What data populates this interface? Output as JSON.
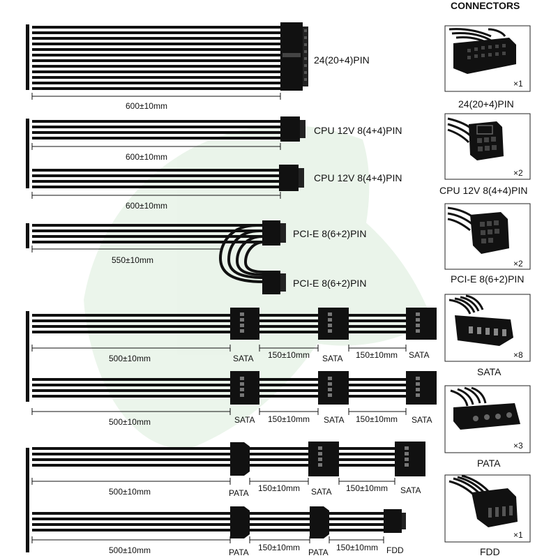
{
  "header": {
    "title": "CONNECTORS"
  },
  "cables": {
    "atx24": {
      "label": "24(20+4)PIN",
      "length": "600±10mm"
    },
    "cpu1": {
      "label": "CPU 12V 8(4+4)PIN",
      "length": "600±10mm"
    },
    "cpu2": {
      "label": "CPU 12V 8(4+4)PIN",
      "length": "600±10mm"
    },
    "pcie": {
      "label_top": "PCI-E 8(6+2)PIN",
      "label_bottom": "PCI-E 8(6+2)PIN",
      "length": "550±10mm"
    },
    "sata1": {
      "length_main": "500±10mm",
      "length_seg1": "150±10mm",
      "length_seg2": "150±10mm",
      "conn1": "SATA",
      "conn2": "SATA",
      "conn3": "SATA"
    },
    "sata2": {
      "length_main": "500±10mm",
      "length_seg1": "150±10mm",
      "length_seg2": "150±10mm",
      "conn1": "SATA",
      "conn2": "SATA",
      "conn3": "SATA"
    },
    "pata_sata": {
      "length_main": "500±10mm",
      "length_seg1": "150±10mm",
      "length_seg2": "150±10mm",
      "conn1": "PATA",
      "conn2": "SATA",
      "conn3": "SATA"
    },
    "pata_fdd": {
      "length_main": "500±10mm",
      "length_seg1": "150±10mm",
      "length_seg2": "150±10mm",
      "conn1": "PATA",
      "conn2": "PATA",
      "conn3": "FDD"
    }
  },
  "connectors": [
    {
      "name": "24(20+4)PIN",
      "qty": "×1"
    },
    {
      "name": "CPU 12V 8(4+4)PIN",
      "qty": "×2"
    },
    {
      "name": "PCI-E 8(6+2)PIN",
      "qty": "×2"
    },
    {
      "name": "SATA",
      "qty": "×8"
    },
    {
      "name": "PATA",
      "qty": "×3"
    },
    {
      "name": "FDD",
      "qty": "×1"
    }
  ]
}
